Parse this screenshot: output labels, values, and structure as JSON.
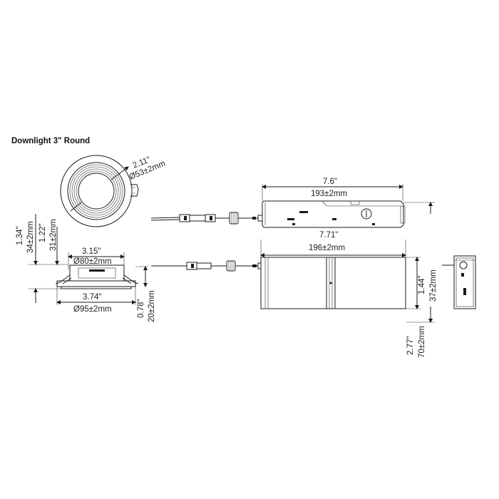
{
  "title": "Downlight 3\" Round",
  "trim": {
    "inch": "2.11\"",
    "mm": "Ø53±2mm"
  },
  "side": {
    "top_inch": "3.15\"",
    "top_mm": "Ø80±2mm",
    "bottom_inch": "3.74\"",
    "bottom_mm": "Ø95±2mm",
    "h_total_inch": "1.34\"",
    "h_total_mm": "34±2mm",
    "h_body_inch": "1.22\"",
    "h_body_mm": "31±2mm",
    "h_flange_inch": "0.78\"",
    "h_flange_mm": "20±2mm"
  },
  "driver_top": {
    "len_inch": "7.6\"",
    "len_mm": "193±2mm"
  },
  "driver_front": {
    "len_inch": "7.71\"",
    "len_mm": "196±2mm",
    "h_inch": "1.44\"",
    "h_mm": "37±2mm",
    "w_inch": "2.77\"",
    "w_mm": "70±2mm"
  }
}
